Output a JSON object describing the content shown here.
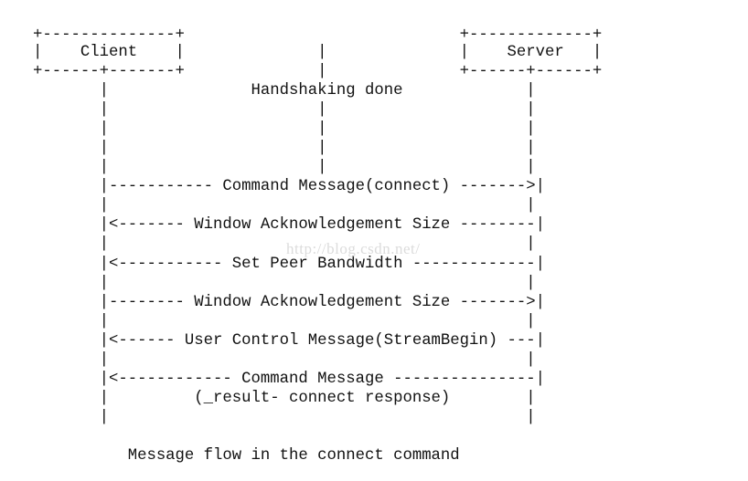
{
  "diagram": {
    "lines": [
      "+--------------+                             +-------------+",
      "|    Client    |              |              |    Server   |",
      "+------+-------+              |              +------+------+",
      "       |               Handshaking done             |",
      "       |                      |                     |",
      "       |                      |                     |",
      "       |                      |                     |",
      "       |                      |                     |",
      "       |----------- Command Message(connect) ------->|",
      "       |                                            |",
      "       |<------- Window Acknowledgement Size --------|",
      "       |                                            |",
      "       |<----------- Set Peer Bandwidth -------------|",
      "       |                                            |",
      "       |-------- Window Acknowledgement Size ------->|",
      "       |                                            |",
      "       |<------ User Control Message(StreamBegin) ---|",
      "       |                                            |",
      "       |<------------ Command Message ---------------|",
      "       |         (_result- connect response)        |",
      "       |                                            |"
    ],
    "caption": "          Message flow in the connect command",
    "watermark": "http://blog.csdn.net/"
  }
}
